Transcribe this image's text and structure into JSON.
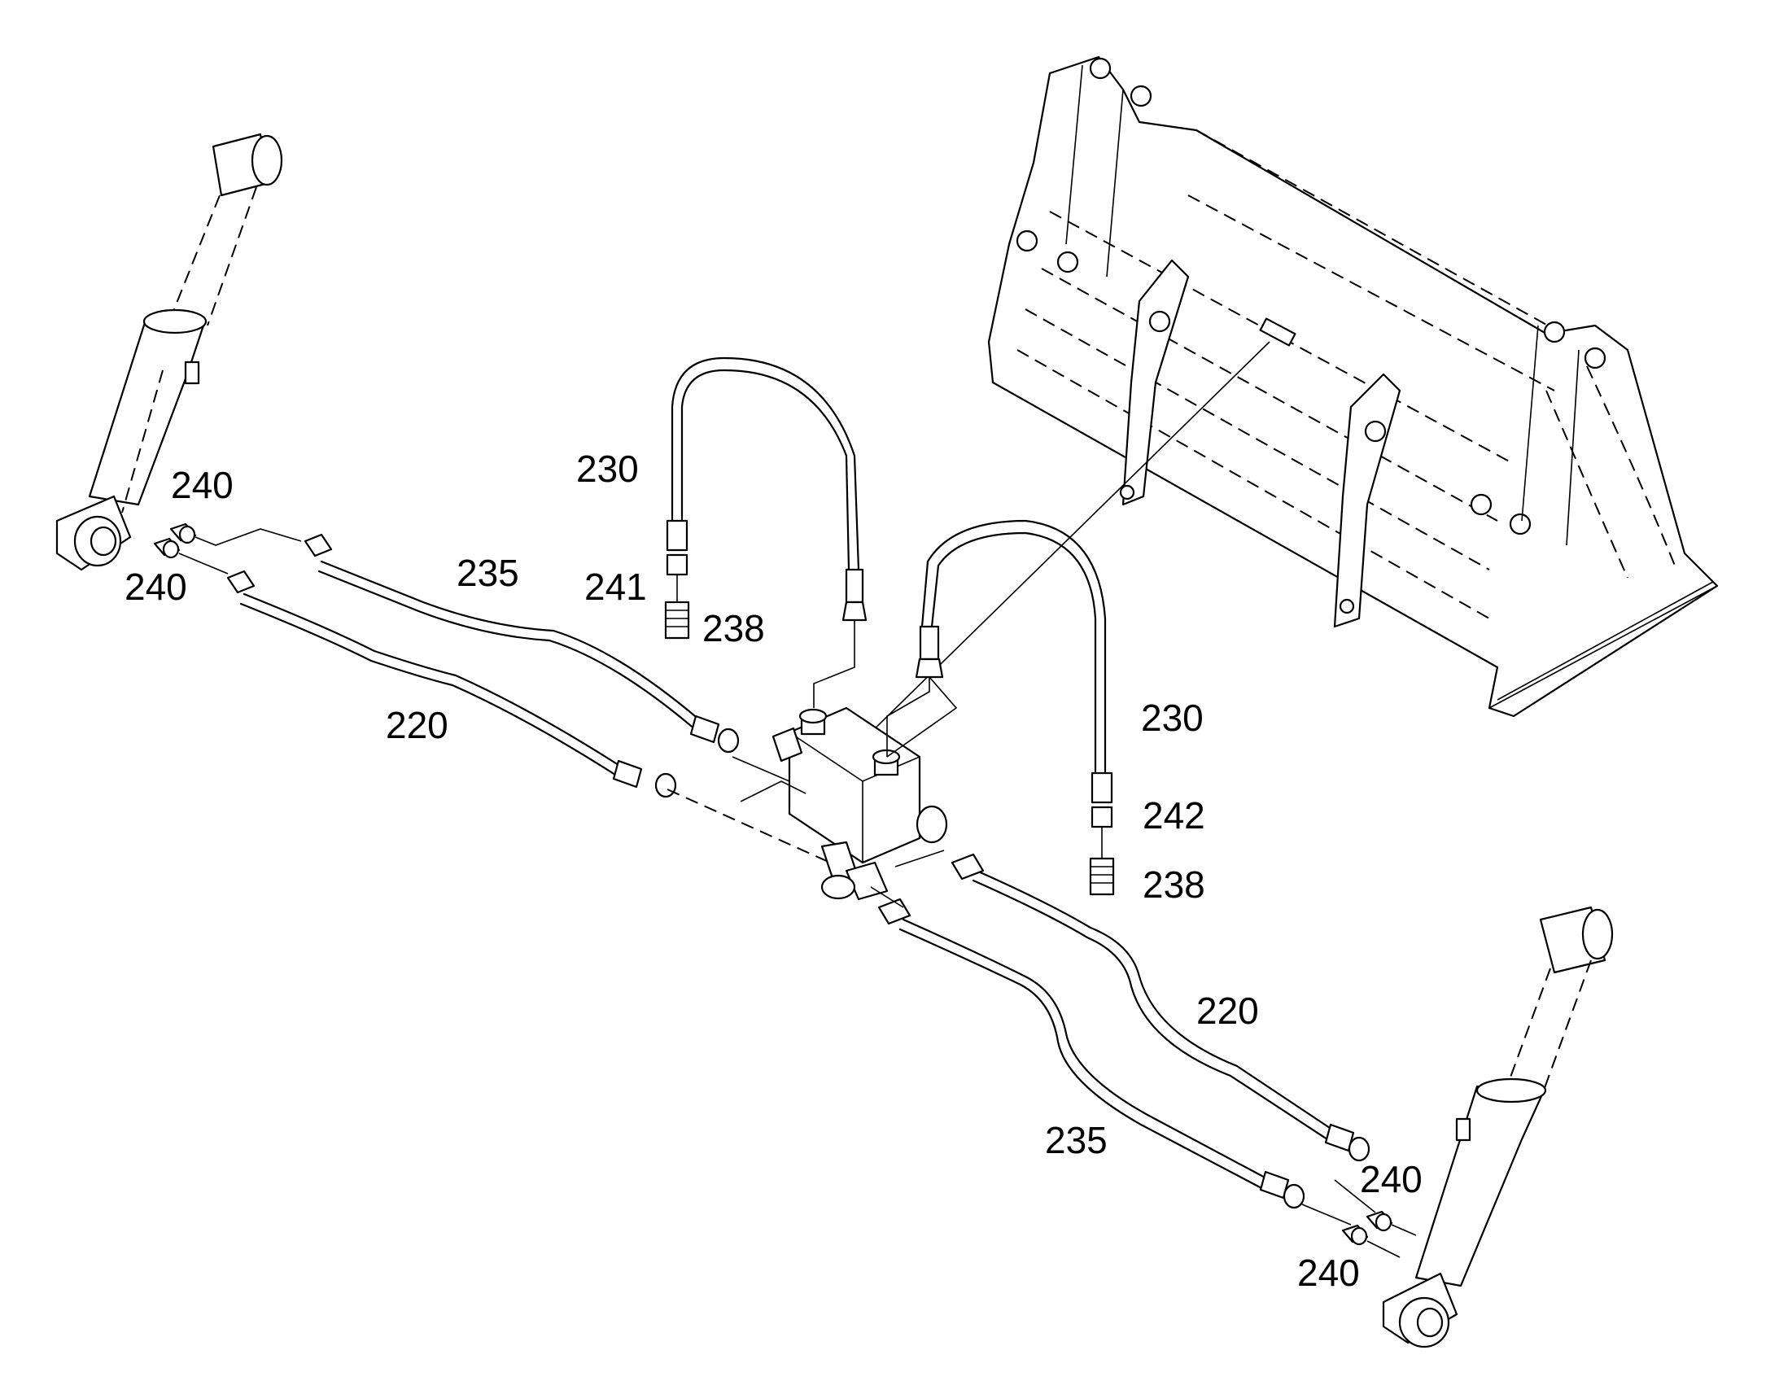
{
  "labels": {
    "hose_230_upper": "230",
    "hose_230_lower": "230",
    "hose_235_left": "235",
    "hose_235_right": "235",
    "hose_220_left": "220",
    "hose_220_right": "220",
    "fitting_240_top_left": "240",
    "fitting_240_bottom_left": "240",
    "fitting_240_top_right": "240",
    "fitting_240_bottom_right": "240",
    "fitting_241": "241",
    "fitting_242": "242",
    "coupler_238_upper": "238",
    "coupler_238_lower": "238"
  }
}
